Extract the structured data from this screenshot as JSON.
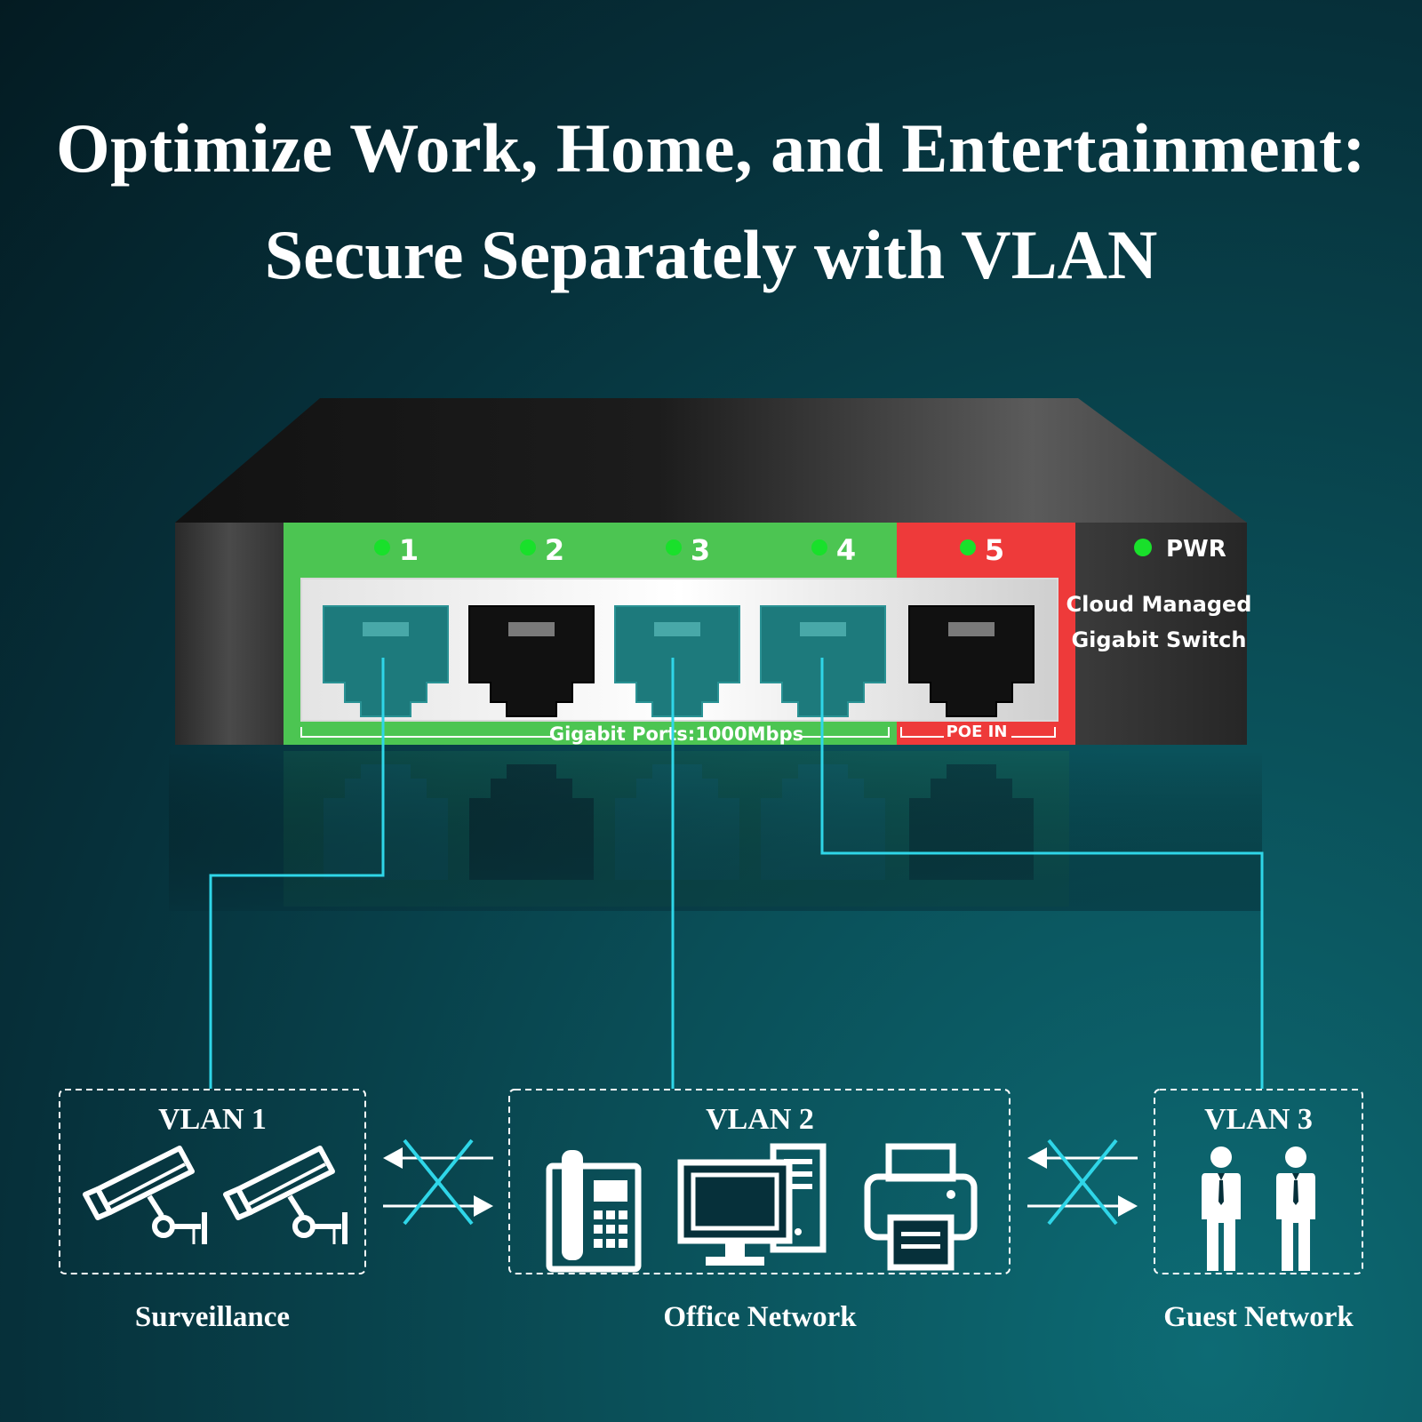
{
  "title": {
    "line1": "Optimize Work, Home, and Entertainment:",
    "line2": "Secure Separately with VLAN"
  },
  "switch": {
    "ports": [
      {
        "label": "1",
        "type": "gigabit",
        "led": "green",
        "connected": true,
        "vlan": "VLAN 1"
      },
      {
        "label": "2",
        "type": "gigabit",
        "led": "green",
        "connected": false
      },
      {
        "label": "3",
        "type": "gigabit",
        "led": "green",
        "connected": true,
        "vlan": "VLAN 2"
      },
      {
        "label": "4",
        "type": "gigabit",
        "led": "green",
        "connected": true,
        "vlan": "VLAN 3"
      },
      {
        "label": "5",
        "type": "poe-in",
        "led": "green",
        "connected": false
      }
    ],
    "pwr_label": "PWR",
    "model_line1": "Cloud Managed",
    "model_line2": "Gigabit Switch",
    "gigabit_label": "Gigabit Ports:1000Mbps",
    "poe_label": "POE IN"
  },
  "vlans": [
    {
      "title": "VLAN 1",
      "label": "Surveillance",
      "icons": [
        "security-camera-icon",
        "security-camera-icon"
      ]
    },
    {
      "title": "VLAN 2",
      "label": "Office Network",
      "icons": [
        "desk-phone-icon",
        "desktop-computer-icon",
        "printer-icon"
      ]
    },
    {
      "title": "VLAN 3",
      "label": "Guest Network",
      "icons": [
        "person-icon",
        "person-icon"
      ]
    }
  ],
  "isolation_icons": [
    "blocked-traffic-icon",
    "blocked-traffic-icon"
  ],
  "colors": {
    "line": "#2fd6e8",
    "port_panel_green": "#4cc552",
    "poe_panel_red": "#ee3a3a",
    "led_green": "#19e02b",
    "port_teal": "#1d7a7c"
  }
}
